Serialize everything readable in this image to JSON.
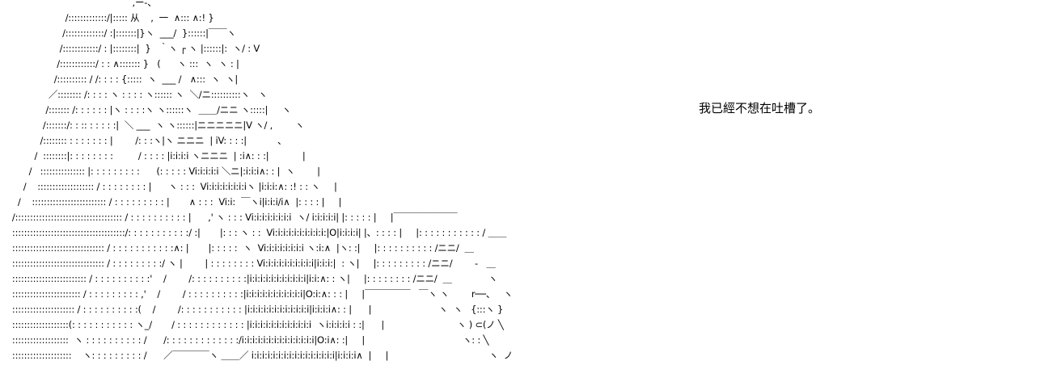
{
  "ascii_art": {
    "lines": [
      "                                             ,ー-、",
      "                     /:::::::::::::/|::::: 从    ,  一  ∧::: ∧:! }",
      "                    /:::::::::::::/ :|:::::::|}ヽ  ___/  }::::::|￣￣ヽ",
      "                   /::::::::::::/ : |::::::::|  }   ｀ヽ ┌ ヽ |::::::|:  ヽ/ : V",
      "                  /::::::::::::/ : : ∧::::::: }   (      ヽ :::  ヽ  ヽ : |",
      "                 /:::::::::: / /: : : : {:::::  ヽ  ___ /   ∧:::  ヽ  ヽ|",
      "               ／:::::::: /: : : : ヽ : : : : ヽ:::::: ヽ  ＼/ニ::::::::::ヽ   ヽ",
      "              /::::::: /: : : : : : |ヽ : : : :ヽ ヽ::::::ヽ  ＿＿/ニニ ヽ:::::|     ヽ",
      "             /:::::::/: : :: : : : : :|  ＼ ___  ヽ ヽ::::::|ニニニニニ|V ヽ/ ,        ヽ",
      "            /:::::::: : : : : : : : |        /: : :ヽ|ヽ ニニニ  | iV: : : :|           、",
      "          /  ::::::::|: : : : : : : :         / : : : : |i:i:i:i ヽニニニ  | :i∧: : :|            |",
      "        /   ::::::::::::::: |: : : : : : : : :      (: : : : : Vi:i:i:i:i ＼ニ|:i:i:i∧: : |  ヽ        |",
      "      /    ::::::::::::::::::: / : : : : : : : : |      ヽ : : :  Vi:i:i:i:i:i:i:iヽ |i:i:i:∧: :! : : ヽ     |",
      "    /    ::::::::::::::::::::::::: / : : : : : : : : : |       ∧ : : :  Vi:i:  ￣ヽi|i:i:i/i∧  |: : : : |     |",
      "  /:::::::::::::::::::::::::::::::::::: / : : : : : : : : : : |      ,' ヽ : : : Vi:i:i:i:i:i:i:i  ヽ/ i:i:i:i:i| |: : : : : |     |￣￣￣￣￣￣￣",
      "  ::::::::::::::::::::::::::::::::::::::/: : : : : : : : : : :/ :|       |: : : ヽ : :  Vi:i:i:i:i:i:i:i:i:i:|O|i:i:i:i| |、: : : : |     |: : : : : : : : : : : / ＿＿",
      "  ::::::::::::::::::::::::::::::: / : : : : : : : : : : :∧: |       |: : : : :  ヽ  Vi:i:i:i:i:i:i:i ヽ:i:∧  |ヽ: :|     |: : : : : : : : : : /ニニ/  ＿",
      "  ::::::::::::::::::::::::::::::: / : : : : : : : : :/ ヽ |        | : : : : : : : : Vi:i:i:i:i:i:i:i:i:i|i:i:i:|  : ヽ|     |: : : : : : : : : /ニニ/        -   ＿",
      "  ::::::::::::::::::::::::: / : : : : : : : : : :'    /        /: : : : : : : : : :|i:i:i:i:i:i:i:i:i:i:i|i:i:∧: : ヽ|     |: : : : : : : : /ニニ/  ＿             ヽ",
      "  ::::::::::::::::::::::: / : : : : : : : : : ,'    /        / : : : : : : : : : :|i:i:i:i:i:i:i:i:i:i:i|O:i:∧: : : |     |￣￣￣￣￣   ￣ヽ ヽ        r──、   ヽ",
      "  ::::::::::::::::::::: / : : : : : : : : : :(    /        /: : : : : : : : : : : |i:i:i:i:i:i:i:i:i:i:i:i|i:i:i:i∧: : |      |                        ヽ  ヽ   {:::ヽ }",
      "  :::::::::::::::::::(: : : : : : : : : : : ヽ_/       / : : : : : : : : : : : : |i:i:i:i:i:i:i:i:i:i:i:i  ヽi:i:i:i:i : :|      |                          ヽ ) ⊂(ノ ╲",
      "  :::::::::::::::::::  ヽ : : : : : : : : : : /      /: : : : : : : : : : : : :/i:i:i:i:i:i:i:i:i:i:i:i:i:i|O:i∧: :|     |                                   ヽ: : ╲",
      "  ::::::::::::::::::::    ヽ: : : : : : : : : /      ／￣￣￣￣ヽ ＿＿／ i:i:i:i:i:i:i:i:i:i:i:i:i:i:i:i|i:i:i:i∧  |     |                                    ヽ  ノ"
    ]
  },
  "caption": {
    "text": "我已經不想在吐槽了。"
  }
}
